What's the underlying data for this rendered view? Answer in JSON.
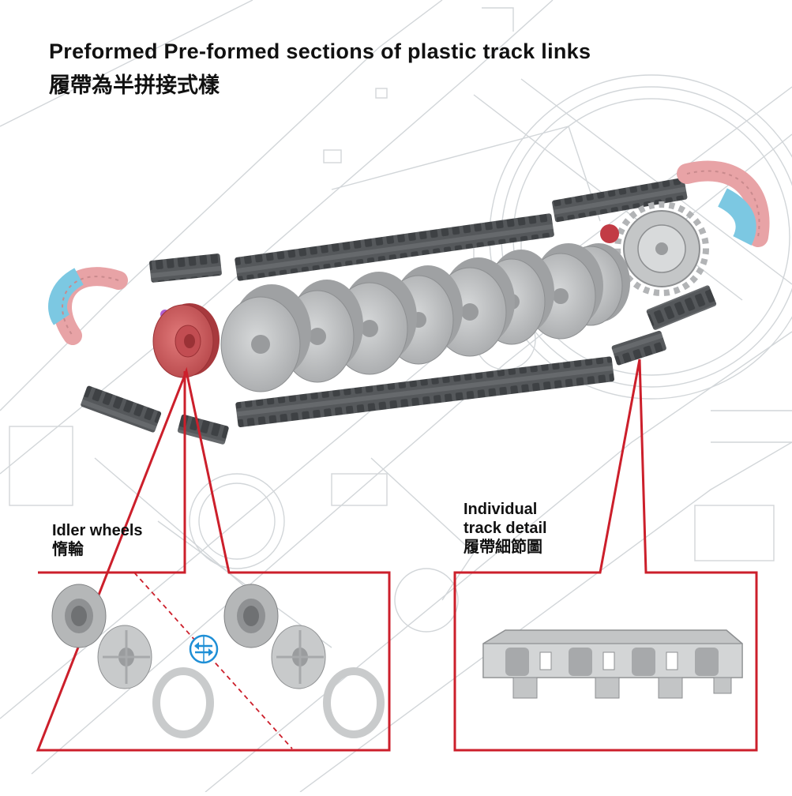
{
  "header": {
    "title_en": "Preformed Pre-formed sections of plastic track links",
    "title_zh": "履帶為半拼接式樣"
  },
  "callouts": {
    "idler": {
      "label_en": "Idler wheels",
      "label_zh": "惰輪"
    },
    "track": {
      "label_en_line1": "Individual",
      "label_en_line2": "track detail",
      "label_zh": "履帶細節圖"
    }
  },
  "colors": {
    "callout_red": "#cc1f2b",
    "track_dark": "#4a4d50",
    "wheel_grey": "#b9bbbc",
    "idler_red": "#d35a5a",
    "track_pink": "#e8a3a6",
    "track_blue": "#7cc8e2",
    "blueprint_line": "#d2d6d9",
    "arrow_blue": "#1f8fd6"
  }
}
